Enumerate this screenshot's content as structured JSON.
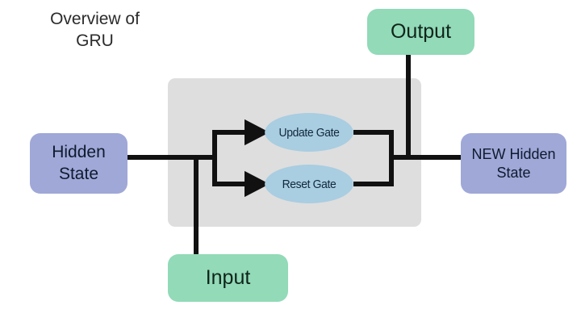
{
  "diagram": {
    "title": "Overview of\nGRU",
    "title_line1": "Overview of",
    "title_line2": "GRU",
    "background_color": "#ffffff",
    "panel": {
      "name": "gru-cell-container",
      "color": "#dedede"
    },
    "colors": {
      "state_box": "#9fa8d7",
      "io_box": "#92dab8",
      "gate_ellipse": "#a9cde1",
      "wire": "#111111",
      "panel": "#dedede",
      "text_dark": "#0e1b2e",
      "title_text": "#2b2b2b"
    },
    "nodes": [
      {
        "id": "hidden-state",
        "label": "Hidden\nState",
        "shape": "rounded-rect",
        "color": "#9fa8d7",
        "role": "input-state"
      },
      {
        "id": "input",
        "label": "Input",
        "shape": "rounded-rect",
        "color": "#92dab8",
        "role": "input"
      },
      {
        "id": "update-gate",
        "label": "Update Gate",
        "shape": "ellipse",
        "color": "#a9cde1",
        "role": "gate"
      },
      {
        "id": "reset-gate",
        "label": "Reset Gate",
        "shape": "ellipse",
        "color": "#a9cde1",
        "role": "gate"
      },
      {
        "id": "output",
        "label": "Output",
        "shape": "rounded-rect",
        "color": "#92dab8",
        "role": "output"
      },
      {
        "id": "new-hidden-state",
        "label": "NEW Hidden\nState",
        "shape": "rounded-rect",
        "color": "#9fa8d7",
        "role": "output-state"
      }
    ],
    "edges": [
      {
        "from": "hidden-state",
        "to": "update-gate",
        "arrow": true
      },
      {
        "from": "hidden-state",
        "to": "reset-gate",
        "arrow": true
      },
      {
        "from": "input",
        "to": "update-gate",
        "arrow": true
      },
      {
        "from": "input",
        "to": "reset-gate",
        "arrow": true
      },
      {
        "from": "update-gate",
        "to": "new-hidden-state",
        "arrow": false
      },
      {
        "from": "reset-gate",
        "to": "new-hidden-state",
        "arrow": false
      },
      {
        "from": "update-gate",
        "to": "output",
        "arrow": false
      }
    ]
  }
}
